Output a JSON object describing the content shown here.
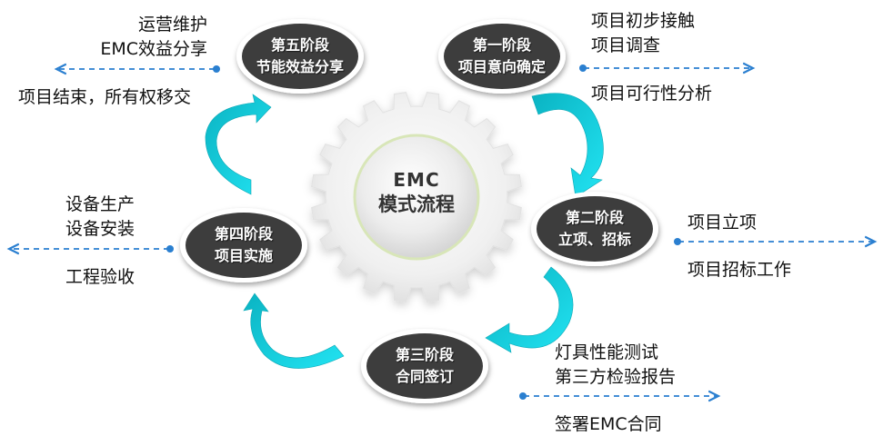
{
  "center": {
    "line1": "EMC",
    "line2": "模式流程"
  },
  "colors": {
    "stage_fill": "#3d3d3d",
    "arrow": "#1ecfe0",
    "arrow_dark": "#0ab3c2",
    "dashed_line": "#2a7fd0",
    "gear": "#efefef"
  },
  "stages": [
    {
      "id": "stage1",
      "title": "第一阶段",
      "subtitle": "项目意向确定",
      "notes_above": [
        "项目初步接触",
        "项目调查"
      ],
      "notes_below": [
        "项目可行性分析"
      ],
      "direction": "right"
    },
    {
      "id": "stage2",
      "title": "第二阶段",
      "subtitle": "立项、招标",
      "notes_above": [
        "项目立项"
      ],
      "notes_below": [
        "项目招标工作"
      ],
      "direction": "right"
    },
    {
      "id": "stage3",
      "title": "第三阶段",
      "subtitle": "合同签订",
      "notes_above": [
        "灯具性能测试",
        "第三方检验报告"
      ],
      "notes_below": [
        "签署EMC合同"
      ],
      "direction": "right"
    },
    {
      "id": "stage4",
      "title": "第四阶段",
      "subtitle": "项目实施",
      "notes_above": [
        "设备生产",
        "设备安装"
      ],
      "notes_below": [
        "工程验收"
      ],
      "direction": "left"
    },
    {
      "id": "stage5",
      "title": "第五阶段",
      "subtitle": "节能效益分享",
      "notes_above": [
        "运营维护",
        "EMC效益分享"
      ],
      "notes_below": [
        "项目结束，所有权移交"
      ],
      "direction": "left"
    }
  ]
}
